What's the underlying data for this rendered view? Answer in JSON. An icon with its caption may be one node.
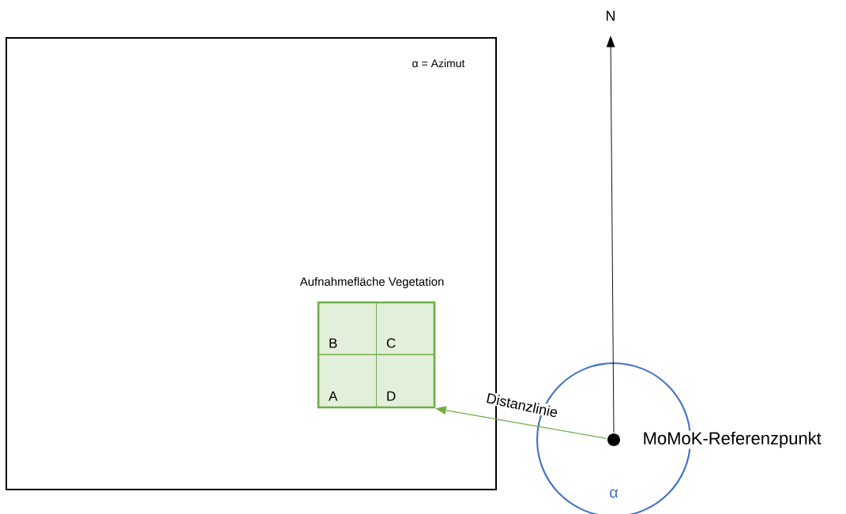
{
  "diagram": {
    "nodes": [
      {
        "text": [],
        "shape": "box"
      },
      {
        "text": [
          "Aufnahmefläche Vegetation"
        ],
        "in": 0
      },
      {
        "text": [
          "B"
        ],
        "in": 1
      },
      {
        "text": [
          "C"
        ],
        "in": 1
      },
      {
        "text": [
          "A"
        ],
        "in": 1
      },
      {
        "text": [
          "D"
        ],
        "in": 1
      },
      {
        "text": [],
        "shape": "circle",
        "beside": [
          "MoMoK-Referenzpunkt"
        ]
      }
    ],
    "edges": [
      {
        "from": 6,
        "to": 1,
        "arrow": "to",
        "label": "Distanzlinie",
        "color": "#70ad47"
      }
    ],
    "labels": [
      "N",
      "α = Azimut",
      "α"
    ]
  }
}
